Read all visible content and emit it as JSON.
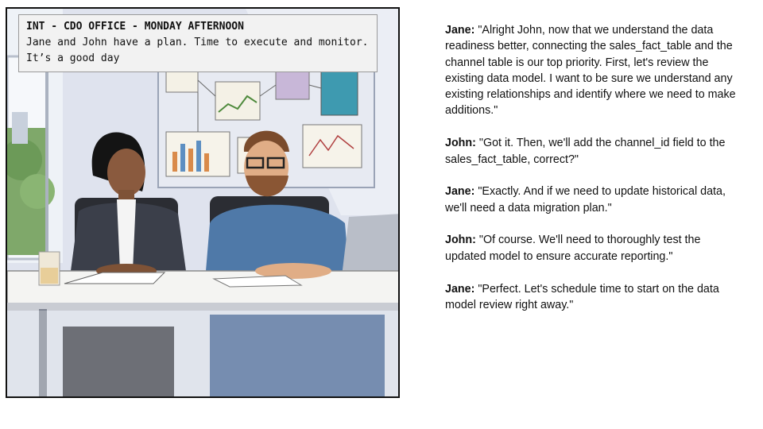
{
  "caption": {
    "title": "INT - CDO OFFICE - MONDAY AFTERNOON",
    "text": "Jane and John have a plan. Time to execute and monitor. It’s a good day"
  },
  "dialogue": [
    {
      "speaker": "Jane:",
      "text": " \"Alright John, now that we understand the data readiness better, connecting the sales_fact_table and the channel table is our top priority. First, let's review the existing data model. I want to be sure we understand any existing relationships and identify where we need to make additions.\""
    },
    {
      "speaker": "John:",
      "text": " \"Got it. Then, we'll add the channel_id field to the sales_fact_table, correct?\""
    },
    {
      "speaker": "Jane:",
      "text": " \"Exactly. And if we need to update historical data, we'll need a data migration plan.\""
    },
    {
      "speaker": "John:",
      "text": " \"Of course. We'll need to thoroughly test the updated model to ensure accurate reporting.\""
    },
    {
      "speaker": "Jane:",
      "text": " \"Perfect. Let's schedule time to start on the data model review right away.\""
    }
  ],
  "colors": {
    "wall": "#dfe3ee",
    "desk": "#f4f4f2",
    "jane_suit": "#3b3f4a",
    "john_shirt": "#4f79a8",
    "john_jeans": "#3d5f93"
  }
}
